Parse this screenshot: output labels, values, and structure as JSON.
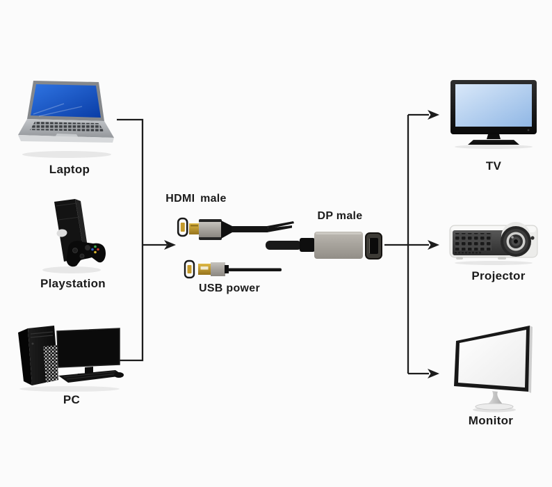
{
  "diagram": {
    "sources": [
      {
        "id": "laptop",
        "label": "Laptop"
      },
      {
        "id": "playstation",
        "label": "Playstation"
      },
      {
        "id": "pc",
        "label": "PC"
      }
    ],
    "adapter": {
      "hdmi_label": "HDMI male",
      "usb_label": "USB power",
      "dp_label": "DP male"
    },
    "displays": [
      {
        "id": "tv",
        "label": "TV"
      },
      {
        "id": "projector",
        "label": "Projector"
      },
      {
        "id": "monitor",
        "label": "Monitor"
      }
    ],
    "colors": {
      "line": "#1c1c1c",
      "text": "#1b1b1b",
      "gold": "#c49a2b",
      "metal": "#a8a49d",
      "cable": "#161616",
      "laptop_screen": "#1d5ed2",
      "tv_screen": "#bcd5f0"
    }
  }
}
